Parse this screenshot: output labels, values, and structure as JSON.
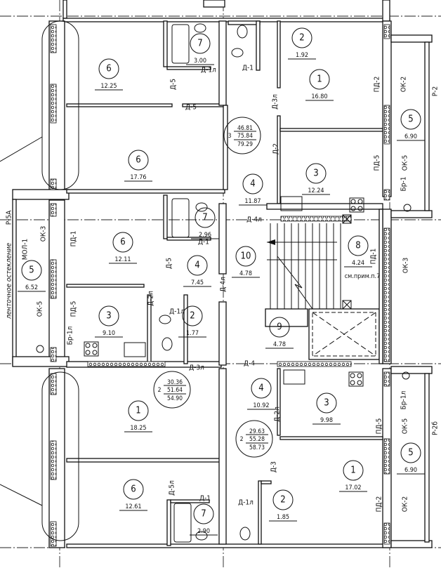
{
  "plan": {
    "rooms": [
      {
        "num": "6",
        "area": "12.25"
      },
      {
        "num": "7",
        "area": "3.00"
      },
      {
        "num": "6",
        "area": "17.76"
      },
      {
        "num": "6",
        "area": "12.11"
      },
      {
        "num": "7",
        "area": "2.96"
      },
      {
        "num": "4",
        "area": "7.45"
      },
      {
        "num": "10",
        "area": "4.78"
      },
      {
        "num": "3",
        "area": "9.10"
      },
      {
        "num": "2",
        "area": "1.77"
      },
      {
        "num": "5",
        "area": "6.52"
      },
      {
        "num": "2",
        "area": "1.92"
      },
      {
        "num": "1",
        "area": "16.80"
      },
      {
        "num": "3",
        "area": "12.24"
      },
      {
        "num": "4",
        "area": "11.87"
      },
      {
        "num": "5",
        "area": "6.90"
      },
      {
        "num": "8",
        "area": "4.24"
      },
      {
        "num": "9",
        "area": "4.78"
      },
      {
        "num": "1",
        "area": "18.25"
      },
      {
        "num": "6",
        "area": "12.61"
      },
      {
        "num": "7",
        "area": "2.90"
      },
      {
        "num": "4",
        "area": "10.92"
      },
      {
        "num": "3",
        "area": "9.98"
      },
      {
        "num": "1",
        "area": "17.02"
      },
      {
        "num": "2",
        "area": "1.85"
      },
      {
        "num": "5",
        "area": "6.90"
      }
    ],
    "apartment_summaries": [
      {
        "rooms": "3",
        "living": "46.81",
        "total": "75.84",
        "total_with_balcony": "79.29"
      },
      {
        "rooms": "2",
        "living": "30.36",
        "total": "51.64",
        "total_with_balcony": "54.90"
      },
      {
        "rooms": "2",
        "living": "29.63",
        "total": "55.28",
        "total_with_balcony": "58.73"
      }
    ],
    "labels": [
      "Д-1л",
      "Д-1",
      "Д-5",
      "Д-5",
      "Д-3л",
      "Д-2",
      "ПД-2",
      "ОК-2",
      "Р-2",
      "ПД-5",
      "ОК-5",
      "Бр-1",
      "Д-4л",
      "Д-1",
      "Д-5",
      "Д-4л",
      "Д-2л",
      "Д-1л",
      "ПД-1",
      "ОК-3",
      "Р-5А",
      "МОЛ-1",
      "ОК-3",
      "ПД-1",
      "ОК-5",
      "ПД-5",
      "Бр-1л",
      "ленточное остекление",
      "Д-3л",
      "Д-4",
      "Д-2л",
      "Д-3",
      "Д-5л",
      "Д-1",
      "Д-1л",
      "Бр-1л",
      "ПД-5",
      "ОК-5",
      "Р-2б",
      "ПД-2",
      "ОК-2"
    ],
    "note": "см.прим.п.7"
  }
}
